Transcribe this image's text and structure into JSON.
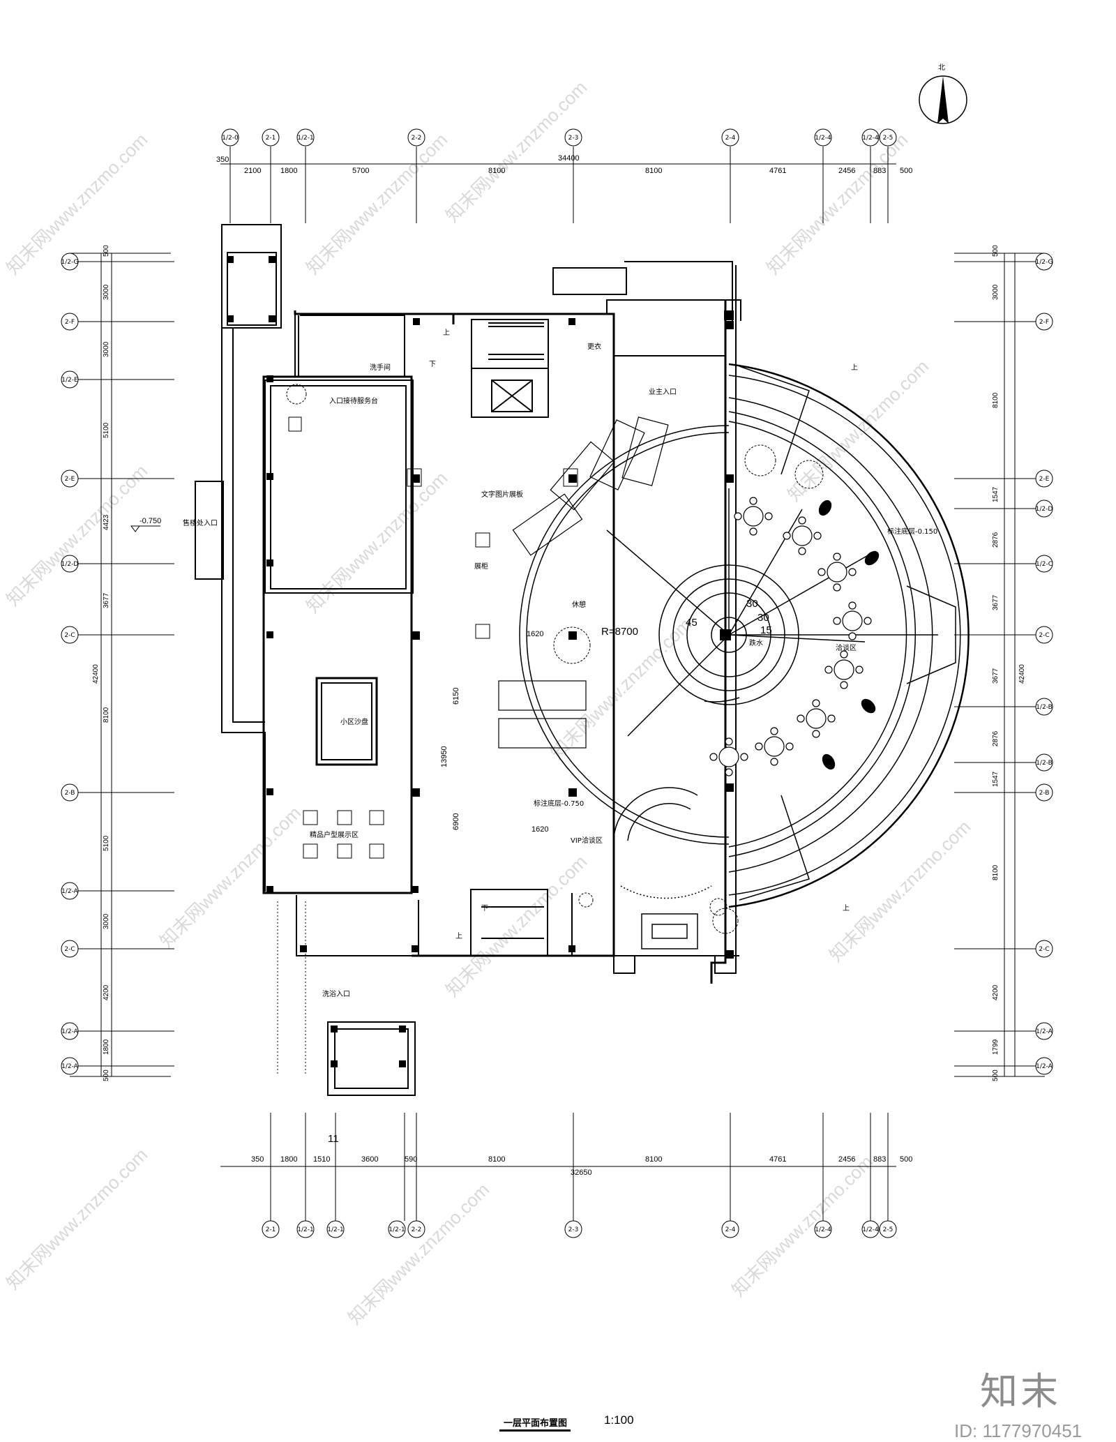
{
  "north": "北",
  "top_axes": [
    "1/2-0",
    "2-1",
    "1/2-1",
    "2-2",
    "2-3",
    "2-4",
    "1/2-4",
    "1/2-4",
    "2-5"
  ],
  "top_dims": [
    "350",
    "2100",
    "1800",
    "5700",
    "8100",
    "8100",
    "4761",
    "2456",
    "883",
    "500"
  ],
  "top_total": "34400",
  "bottom_axes": [
    "2-1",
    "1/2-1",
    "1/2-1",
    "1/2-1",
    "2-2",
    "2-3",
    "2-4",
    "1/2-4",
    "1/2-4",
    "2-5"
  ],
  "bottom_dims": [
    "350",
    "1800",
    "1510",
    "3600",
    "590",
    "8100",
    "8100",
    "4761",
    "2456",
    "883",
    "500"
  ],
  "bottom_total": "32650",
  "left_axes": [
    "1/2-G",
    "2-F",
    "1/2-E",
    "2-E",
    "1/2-D",
    "2-C",
    "2-B",
    "1/2-A",
    "2-C",
    "1/2-A",
    "1/2-A"
  ],
  "left_dims": [
    "500",
    "3000",
    "3000",
    "5100",
    "4423",
    "3677",
    "8100",
    "5100",
    "3000",
    "4200",
    "1800",
    "500"
  ],
  "left_total": "42400",
  "right_axes": [
    "1/2-G",
    "2-F",
    "2-E",
    "1/2-D",
    "1/2-C",
    "2-C",
    "1/2-B",
    "1/2-B",
    "2-B",
    "2-C",
    "1/2-A",
    "1/2-A"
  ],
  "right_dims": [
    "500",
    "3000",
    "8100",
    "1547",
    "2876",
    "3677",
    "3677",
    "2876",
    "1547",
    "8100",
    "4200",
    "1799",
    "500"
  ],
  "right_total": "42400",
  "level_mark": "-0.750",
  "rooms": {
    "sales_entrance": "售楼处入口",
    "washroom": "洗手间",
    "reception": "入口接待服务台",
    "text_display": "文字图片展板",
    "model": "小区沙盘",
    "showcase": "展柜",
    "products": "精品户型展示区",
    "main_entrance": "业主入口",
    "dressing": "更衣",
    "leisure": "休憩",
    "negotiation": "洽谈区",
    "vip": "VIP洽谈区",
    "pool": "跌水",
    "floor_level_1": "标注底层-0.150",
    "floor_level_2": "标注底层-0.750",
    "office_entrance": "洗浴入口",
    "up": "上",
    "down": "下"
  },
  "radius_label": "R=8700",
  "dims_inner": [
    "1620",
    "1620",
    "6150",
    "6900",
    "13950"
  ],
  "angles": [
    "30",
    "30",
    "15",
    "45"
  ],
  "label_11": "11",
  "watermark": "知末网www.znzmo.com",
  "drawing_title": "一层平面布置图",
  "scale": "1:100",
  "brand": "知末",
  "id_label": "ID: 1177970451"
}
